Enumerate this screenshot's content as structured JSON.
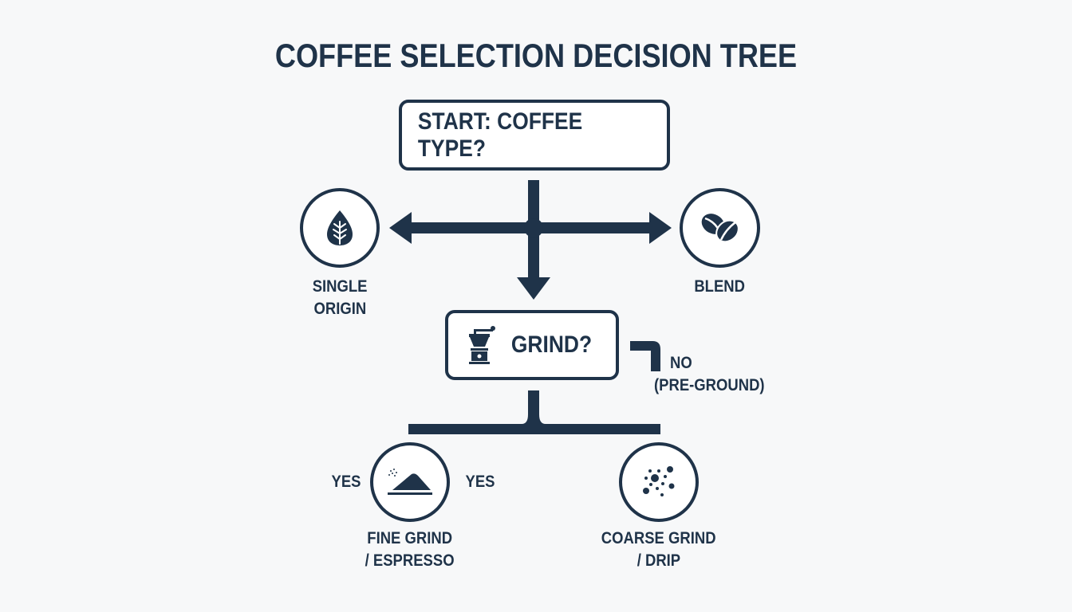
{
  "title": "COFFEE SELECTION DECISION TREE",
  "colors": {
    "primary": "#1f3349",
    "background": "#f7f8f9",
    "box_fill": "#ffffff"
  },
  "nodes": {
    "start": {
      "label": "START: COFFEE TYPE?"
    },
    "single_origin": {
      "label_line1": "SINGLE",
      "label_line2": "ORIGIN",
      "icon": "leaf-icon"
    },
    "blend": {
      "label": "BLEND",
      "icon": "coffee-beans-icon"
    },
    "grind": {
      "label": "GRIND?",
      "icon": "coffee-grinder-icon"
    },
    "pre_ground": {
      "label_line1": "NO",
      "label_line2": "(PRE-GROUND)"
    },
    "fine_grind": {
      "label_line1": "FINE GRIND",
      "label_line2": "/ ESPRESSO",
      "icon": "fine-powder-pile-icon"
    },
    "coarse_grind": {
      "label_line1": "COARSE GRIND",
      "label_line2": "/ DRIP",
      "icon": "coarse-particles-icon"
    }
  },
  "edge_labels": {
    "yes_left": "YES",
    "yes_right": "YES"
  }
}
